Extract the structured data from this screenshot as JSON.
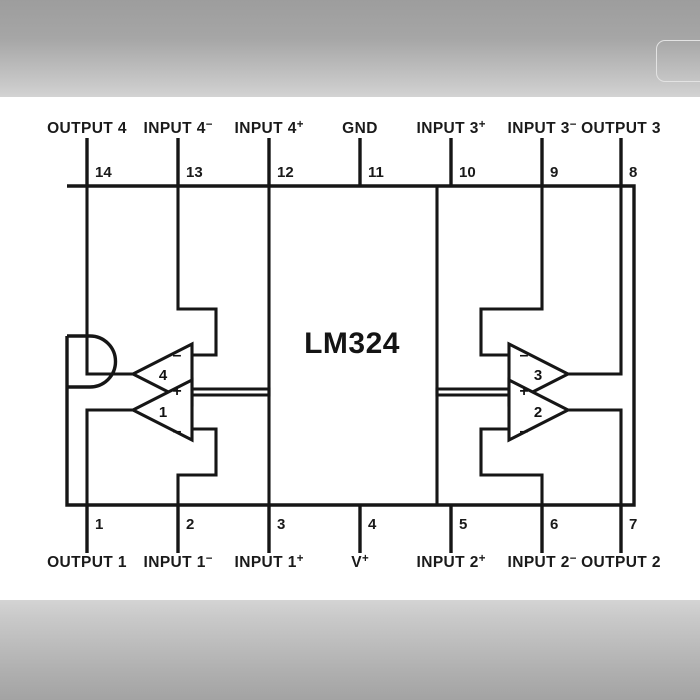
{
  "diagram": {
    "chip_name": "LM324",
    "package_note": "",
    "top_pins": [
      {
        "number": "14",
        "label": "OUTPUT 4",
        "sup": ""
      },
      {
        "number": "13",
        "label": "INPUT 4",
        "sup": "−"
      },
      {
        "number": "12",
        "label": "INPUT 4",
        "sup": "+"
      },
      {
        "number": "11",
        "label": "GND",
        "sup": ""
      },
      {
        "number": "10",
        "label": "INPUT 3",
        "sup": "+"
      },
      {
        "number": "9",
        "label": "INPUT 3",
        "sup": "−"
      },
      {
        "number": "8",
        "label": "OUTPUT 3",
        "sup": ""
      }
    ],
    "bottom_pins": [
      {
        "number": "1",
        "label": "OUTPUT 1",
        "sup": ""
      },
      {
        "number": "2",
        "label": "INPUT 1",
        "sup": "−"
      },
      {
        "number": "3",
        "label": "INPUT 1",
        "sup": "+"
      },
      {
        "number": "4",
        "label": "V",
        "sup": "+"
      },
      {
        "number": "5",
        "label": "INPUT 2",
        "sup": "+"
      },
      {
        "number": "6",
        "label": "INPUT 2",
        "sup": "−"
      },
      {
        "number": "7",
        "label": "OUTPUT 2",
        "sup": ""
      }
    ],
    "amplifiers": [
      {
        "id": "amp-4",
        "number": "4",
        "orientation": "left",
        "plus_position": "bottom",
        "minus_position": "top"
      },
      {
        "id": "amp-3",
        "number": "3",
        "orientation": "right",
        "plus_position": "bottom",
        "minus_position": "top"
      },
      {
        "id": "amp-1",
        "number": "1",
        "orientation": "left",
        "plus_position": "top",
        "minus_position": "bottom"
      },
      {
        "id": "amp-2",
        "number": "2",
        "orientation": "right",
        "plus_position": "top",
        "minus_position": "bottom"
      }
    ],
    "colors": {
      "ink": "#161616",
      "paper": "#ffffff",
      "band": "#b0b0b0"
    }
  }
}
